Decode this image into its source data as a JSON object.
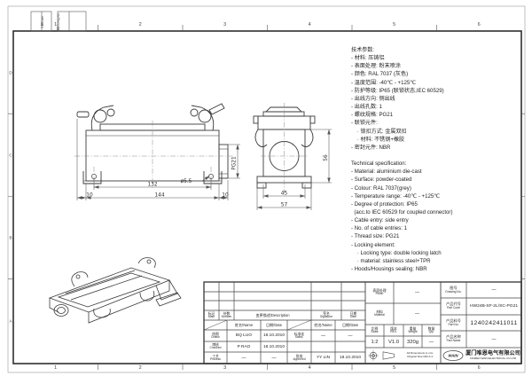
{
  "sheet": {
    "zone_numbers": [
      "1",
      "2",
      "3",
      "4",
      "5",
      "6"
    ],
    "zone_letters": [
      "D",
      "C",
      "B",
      "A"
    ],
    "corner_labels": {
      "date": "日期/Date",
      "drwg_no": "图号/Drwg.No."
    }
  },
  "views": {
    "front_dims": {
      "holes_pitch": "132",
      "overall": "144",
      "pin": "10",
      "boss": "10",
      "hole_dia": "ø5.5",
      "thread": "PG21"
    },
    "side_dims": {
      "inner_width": "45",
      "flange_width": "57",
      "height": "56"
    }
  },
  "spec_cn": {
    "title": "技术参数:",
    "lines": [
      "- 材料: 压铸铝",
      "- 表面处理: 粉末喷涂",
      "- 颜色: RAL 7037 (灰色)",
      "- 温度范围: -40℃ - +125℃",
      "- 防护等级: IP65 (联锁状态,IEC 60529)",
      "- 出线方向: 侧出线",
      "- 出线孔数: 1",
      "- 螺纹规格: PG21",
      "- 联锁元件:",
      "    · 锁扣方式: 金属双扣",
      "    · 材料: 不锈钢+橡胶",
      "- 密封元件: NBR"
    ]
  },
  "spec_en": {
    "title": "Technical specification:",
    "lines": [
      "- Material: aluminium die-cast",
      "- Surface: powder-coated",
      "- Colour: RAL 7037(grey)",
      "- Temperature range: -40℃ - +125℃",
      "- Degree of protection: IP65",
      "  (acc.to IEC 60529 for coupled connector)",
      "- Cable entry: side entry",
      "- No. of cable entries: 1",
      "- Thread size: PG21",
      "- Locking element:",
      "    · Locking type: double locking latch",
      "    · material: stainless steel+TPR",
      "- Hoods/Housings sealing: NBR"
    ]
  },
  "title_block": {
    "rev_table": {
      "mark": {
        "cn": "标记",
        "en": "Mark"
      },
      "number": {
        "cn": "处数",
        "en": "Number"
      },
      "description": "变更描述/Description",
      "signature": {
        "cn": "签名",
        "en": "Signature"
      },
      "date": {
        "cn": "日期",
        "en": "Date"
      },
      "name_header": "姓名/Name",
      "date_header": "日期/Date"
    },
    "signoff": {
      "drawn": {
        "label": {
          "cn": "绘图",
          "en": "Drawn"
        },
        "name": "BQ LUO",
        "date": "18.10.2010"
      },
      "stand": {
        "label": {
          "cn": "标准化",
          "en": "Stand."
        },
        "name": "—",
        "date": "—"
      },
      "checked": {
        "label": {
          "cn": "审核",
          "en": "Checked"
        },
        "name": "P RAO",
        "date": "18.10.2010"
      },
      "process": {
        "label": {
          "cn": "工艺",
          "en": "Process"
        },
        "name": "—",
        "date": "—"
      },
      "approved": {
        "label": {
          "cn": "批准",
          "en": "Approved"
        },
        "name": "YY LIN",
        "date": "18.10.2010"
      }
    },
    "finish": {
      "label": {
        "cn": "表面处理",
        "en": "Finish"
      },
      "value": "—"
    },
    "material": {
      "label": {
        "cn": "材料",
        "en": "Material"
      },
      "value": "—"
    },
    "scale": {
      "label": {
        "cn": "比例",
        "en": "Scale"
      },
      "value": "1:2"
    },
    "rev": {
      "label": {
        "cn": "版本",
        "en": "REV."
      },
      "value": "V1.0"
    },
    "weight": {
      "label": {
        "cn": "重量",
        "en": "Weight"
      },
      "value": "320g"
    },
    "qty": {
      "label": {
        "cn": "数量",
        "en": "Qty."
      },
      "value": "—"
    },
    "drawing_no": {
      "label": {
        "cn": "图号",
        "en": "Drawing No."
      },
      "value": "—"
    },
    "part_code": {
      "label": {
        "cn": "产品代号",
        "en": "Part Code"
      },
      "value": "HW24B-SF-2L/SC-PG21"
    },
    "part_no": {
      "label": {
        "cn": "产品料号",
        "en": "Part No."
      },
      "value": "1240242411011"
    },
    "part_name": {
      "label": {
        "cn": "产品名称",
        "en": "Part Name"
      },
      "value": "—"
    },
    "note_line1": "All Dimensions in mm",
    "note_line2": "Original Size DIN A 4",
    "company": {
      "logo": "WAIN",
      "cn": "厦门唯恩电气有限公司",
      "en": "XIAMEN WAIN ELECTRICAL CO.LTD"
    }
  }
}
